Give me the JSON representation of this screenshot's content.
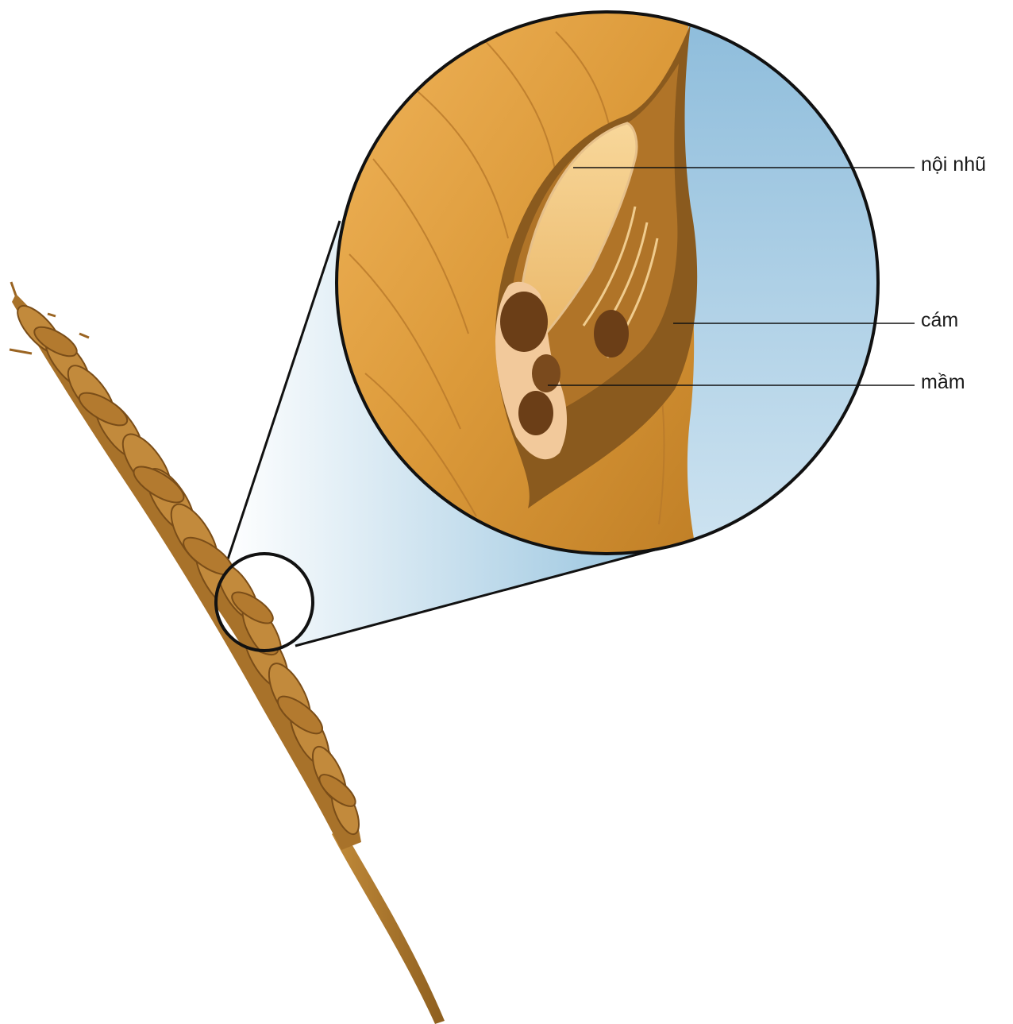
{
  "diagram": {
    "subject": "wheat-grain-anatomy",
    "labels": [
      {
        "id": "endosperm",
        "text": "nội nhũ"
      },
      {
        "id": "bran",
        "text": "cám"
      },
      {
        "id": "germ",
        "text": "mầm"
      }
    ]
  },
  "colors": {
    "background": "#ffffff",
    "sky": "#9cc6e0",
    "grain_light": "#f4c27a",
    "grain_mid": "#d9952f",
    "grain_dark": "#8a5a1e",
    "germ": "#6b3e17",
    "stalk": "#b07a2c",
    "outline": "#111111"
  }
}
